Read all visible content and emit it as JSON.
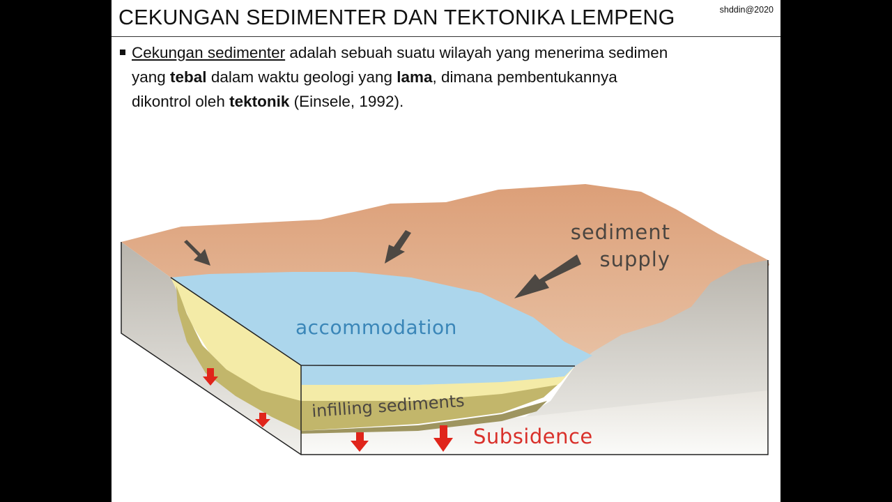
{
  "slide": {
    "title": "CEKUNGAN SEDIMENTER DAN TEKTONIKA LEMPENG",
    "credit": "shddin@2020",
    "bullet": {
      "term": "Cekungan sedimenter",
      "text_1": " adalah sebuah suatu wilayah yang menerima sedimen",
      "text_2": "yang ",
      "bold_1": "tebal",
      "text_3": " dalam waktu geologi yang ",
      "bold_2": "lama",
      "text_4": ", dimana pembentukannya",
      "text_5": "dikontrol oleh ",
      "bold_3": "tektonik",
      "text_6": " (Einsele, 1992)."
    }
  },
  "diagram": {
    "labels": {
      "sediment_supply_1": "sediment",
      "sediment_supply_2": "supply",
      "accommodation": "accommodation",
      "infilling": "infilling sediments",
      "subsidence": "Subsidence"
    },
    "colors": {
      "land": "#d9a27d",
      "water": "#acd6ec",
      "sediment_light": "#f4eba7",
      "sediment_dark": "#c2b66b",
      "rock_side": "#d8d5ce",
      "arrow_supply": "#4d4843",
      "arrow_subsidence": "#e0251b",
      "label_accommodation": "#3a86b8",
      "label_subsidence": "#d9302a"
    }
  }
}
